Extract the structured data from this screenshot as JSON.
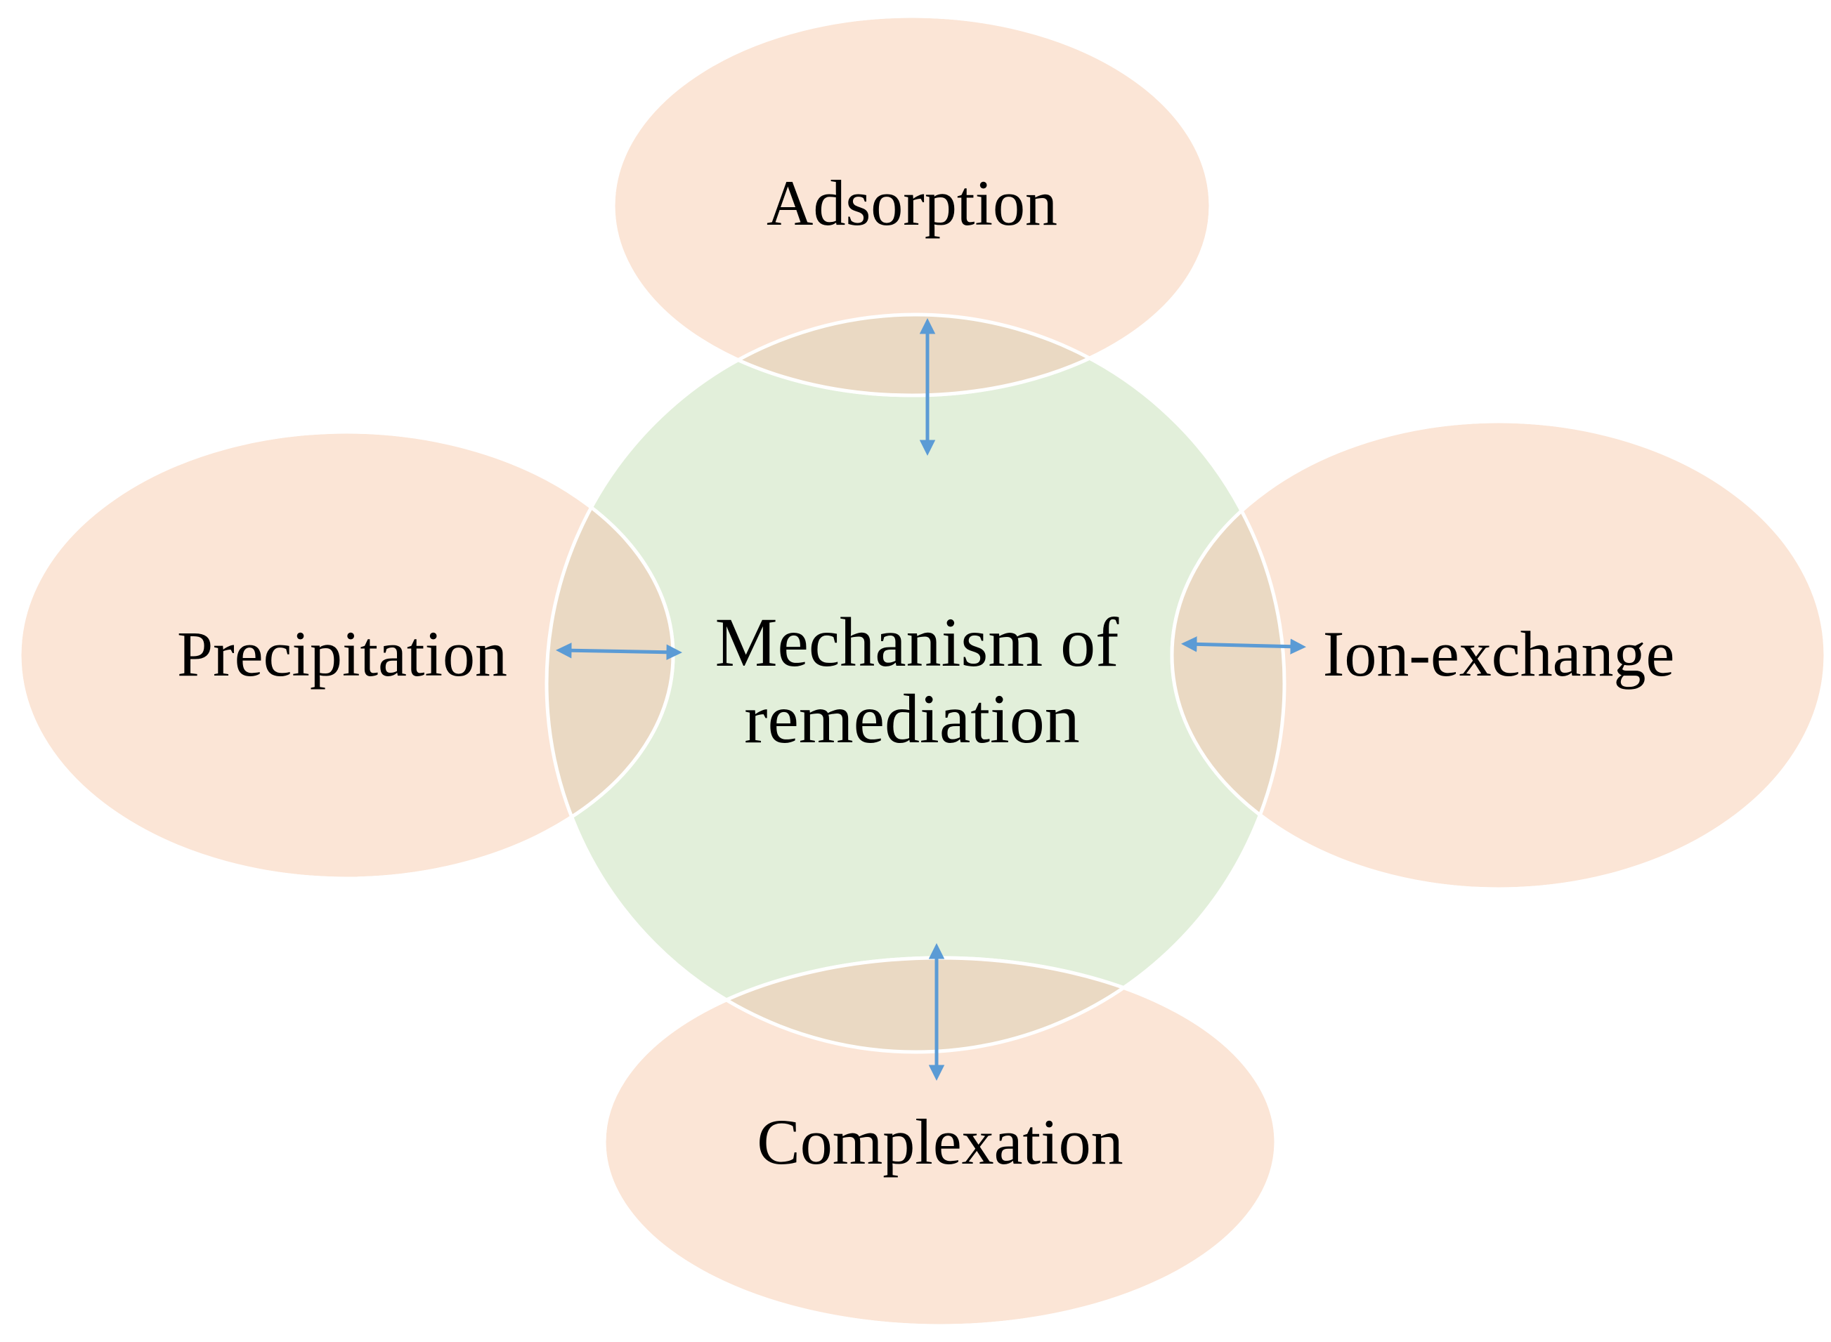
{
  "diagram": {
    "center": {
      "line1": "Mechanism of",
      "line2": "remediation"
    },
    "nodes": {
      "top": "Adsorption",
      "left": "Precipitation",
      "right": "Ion-exchange",
      "bottom": "Complexation"
    }
  },
  "colors": {
    "center_fill": "#E2EFDA",
    "node_fill": "#FBE5D6",
    "overlap_fill": "#EAD9C3",
    "outline": "#FFFFFF",
    "arrow": "#5B9BD5",
    "text": "#000000"
  }
}
